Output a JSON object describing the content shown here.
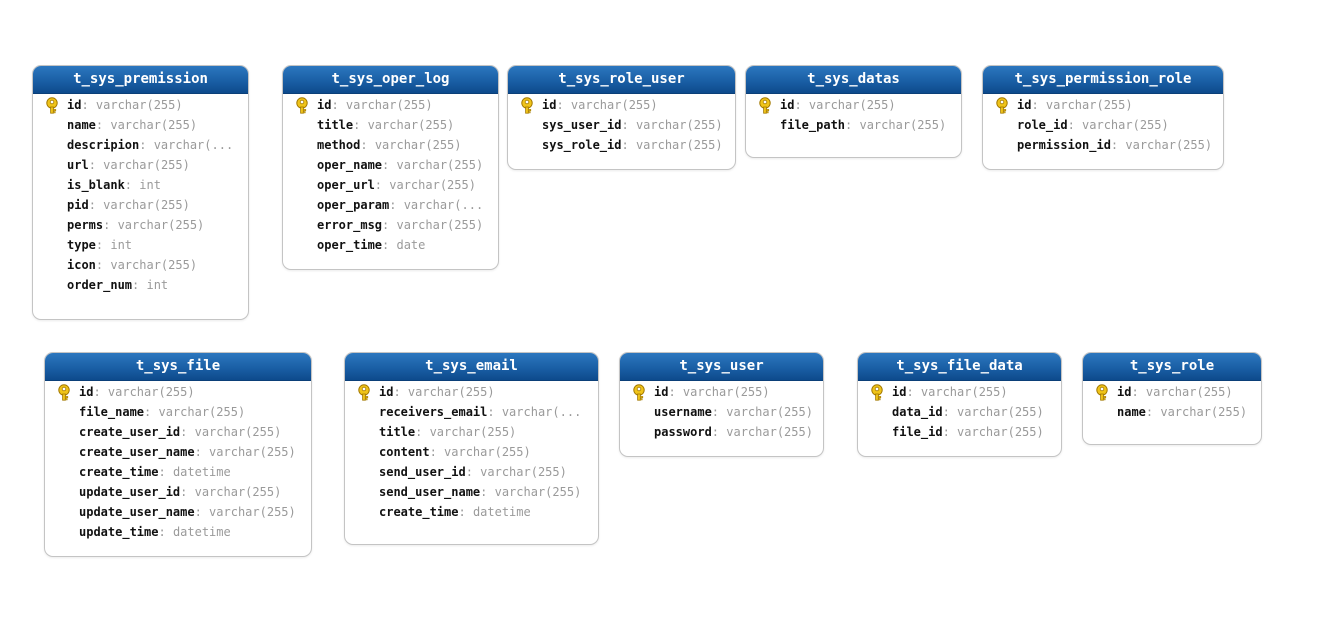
{
  "tables": [
    {
      "name": "t_sys_premission",
      "fields": [
        {
          "name": "id",
          "type": "varchar(255)",
          "pk": true
        },
        {
          "name": "name",
          "type": "varchar(255)",
          "pk": false
        },
        {
          "name": "descripion",
          "type": "varchar(...",
          "pk": false
        },
        {
          "name": "url",
          "type": "varchar(255)",
          "pk": false
        },
        {
          "name": "is_blank",
          "type": "int",
          "pk": false
        },
        {
          "name": "pid",
          "type": "varchar(255)",
          "pk": false
        },
        {
          "name": "perms",
          "type": "varchar(255)",
          "pk": false
        },
        {
          "name": "type",
          "type": "int",
          "pk": false
        },
        {
          "name": "icon",
          "type": "varchar(255)",
          "pk": false
        },
        {
          "name": "order_num",
          "type": "int",
          "pk": false
        }
      ]
    },
    {
      "name": "t_sys_oper_log",
      "fields": [
        {
          "name": "id",
          "type": "varchar(255)",
          "pk": true
        },
        {
          "name": "title",
          "type": "varchar(255)",
          "pk": false
        },
        {
          "name": "method",
          "type": "varchar(255)",
          "pk": false
        },
        {
          "name": "oper_name",
          "type": "varchar(255)",
          "pk": false
        },
        {
          "name": "oper_url",
          "type": "varchar(255)",
          "pk": false
        },
        {
          "name": "oper_param",
          "type": "varchar(...",
          "pk": false
        },
        {
          "name": "error_msg",
          "type": "varchar(255)",
          "pk": false
        },
        {
          "name": "oper_time",
          "type": "date",
          "pk": false
        }
      ]
    },
    {
      "name": "t_sys_role_user",
      "fields": [
        {
          "name": "id",
          "type": "varchar(255)",
          "pk": true
        },
        {
          "name": "sys_user_id",
          "type": "varchar(255)",
          "pk": false
        },
        {
          "name": "sys_role_id",
          "type": "varchar(255)",
          "pk": false
        }
      ]
    },
    {
      "name": "t_sys_datas",
      "fields": [
        {
          "name": "id",
          "type": "varchar(255)",
          "pk": true
        },
        {
          "name": "file_path",
          "type": "varchar(255)",
          "pk": false
        }
      ]
    },
    {
      "name": "t_sys_permission_role",
      "fields": [
        {
          "name": "id",
          "type": "varchar(255)",
          "pk": true
        },
        {
          "name": "role_id",
          "type": "varchar(255)",
          "pk": false
        },
        {
          "name": "permission_id",
          "type": "varchar(255)",
          "pk": false
        }
      ]
    },
    {
      "name": "t_sys_file",
      "fields": [
        {
          "name": "id",
          "type": "varchar(255)",
          "pk": true
        },
        {
          "name": "file_name",
          "type": "varchar(255)",
          "pk": false
        },
        {
          "name": "create_user_id",
          "type": "varchar(255)",
          "pk": false
        },
        {
          "name": "create_user_name",
          "type": "varchar(255)",
          "pk": false
        },
        {
          "name": "create_time",
          "type": "datetime",
          "pk": false
        },
        {
          "name": "update_user_id",
          "type": "varchar(255)",
          "pk": false
        },
        {
          "name": "update_user_name",
          "type": "varchar(255)",
          "pk": false
        },
        {
          "name": "update_time",
          "type": "datetime",
          "pk": false
        }
      ]
    },
    {
      "name": "t_sys_email",
      "fields": [
        {
          "name": "id",
          "type": "varchar(255)",
          "pk": true
        },
        {
          "name": "receivers_email",
          "type": "varchar(...",
          "pk": false
        },
        {
          "name": "title",
          "type": "varchar(255)",
          "pk": false
        },
        {
          "name": "content",
          "type": "varchar(255)",
          "pk": false
        },
        {
          "name": "send_user_id",
          "type": "varchar(255)",
          "pk": false
        },
        {
          "name": "send_user_name",
          "type": "varchar(255)",
          "pk": false
        },
        {
          "name": "create_time",
          "type": "datetime",
          "pk": false
        }
      ]
    },
    {
      "name": "t_sys_user",
      "fields": [
        {
          "name": "id",
          "type": "varchar(255)",
          "pk": true
        },
        {
          "name": "username",
          "type": "varchar(255)",
          "pk": false
        },
        {
          "name": "password",
          "type": "varchar(255)",
          "pk": false
        }
      ]
    },
    {
      "name": "t_sys_file_data",
      "fields": [
        {
          "name": "id",
          "type": "varchar(255)",
          "pk": true
        },
        {
          "name": "data_id",
          "type": "varchar(255)",
          "pk": false
        },
        {
          "name": "file_id",
          "type": "varchar(255)",
          "pk": false
        }
      ]
    },
    {
      "name": "t_sys_role",
      "fields": [
        {
          "name": "id",
          "type": "varchar(255)",
          "pk": true
        },
        {
          "name": "name",
          "type": "varchar(255)",
          "pk": false
        }
      ]
    }
  ],
  "icons": {
    "primary_key": "key-icon"
  },
  "colors": {
    "header_top": "#2c77bf",
    "header_bottom": "#0d4a8c",
    "key_gold": "#f0c419",
    "type_gray": "#9a9a9a"
  }
}
